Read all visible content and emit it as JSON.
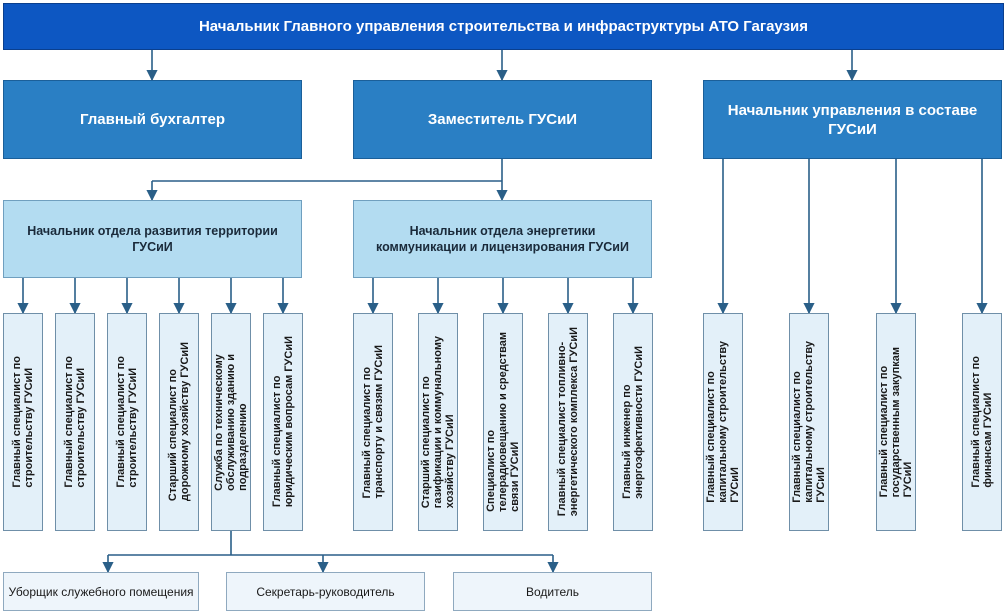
{
  "head": {
    "title": "Начальник Главного управления строительства и инфраструктуры АТО Гагаузия"
  },
  "level2": [
    {
      "id": "accountant",
      "label": "Главный бухгалтер"
    },
    {
      "id": "deputy",
      "label": "Заместитель ГУСиИ"
    },
    {
      "id": "dept-head",
      "label": "Начальник управления в составе ГУСиИ"
    }
  ],
  "departments": [
    {
      "id": "territory",
      "label": "Начальник отдела развития территории ГУСиИ"
    },
    {
      "id": "energy",
      "label": "Начальник отдела энергетики коммуникации и лицензирования ГУСиИ"
    }
  ],
  "staff": [
    {
      "label": "Главный специалист по\nстроительству ГУСиИ"
    },
    {
      "label": "Главный специалист по\nстроительству ГУСиИ"
    },
    {
      "label": "Главный специалист по\nстроительству ГУСиИ"
    },
    {
      "label": "Старший специалист по\nдорожному хозяйству ГУСиИ"
    },
    {
      "label": "Служба по техническому\nобслуживанию зданию и\nподразделению"
    },
    {
      "label": "Главный специалист по\nюридическим вопросам ГУСиИ"
    },
    {
      "label": "Главный специалист по\nтранспорту и связям ГУСиИ"
    },
    {
      "label": "Старший специалист по\nгазификации и коммунальному\nхозяйству ГУСиИ"
    },
    {
      "label": "Специалист по\nтелерадиовещанию и средствам\nсвязи ГУСиИ"
    },
    {
      "label": "Главный специалист топливно-\nэнергетического комплекса ГУСиИ"
    },
    {
      "label": "Главный инженер по\nэнергоэфективности ГУСиИ"
    },
    {
      "label": "Главный специалист по\nкапитальному строительству\nГУСиИ"
    },
    {
      "label": "Главный специалист по\nкапитальному строительству\nГУСиИ"
    },
    {
      "label": "Главный специалист по\nгосударственным закупкам\nГУСиИ"
    },
    {
      "label": "Главный специалист по\nфинансам ГУСиИ"
    }
  ],
  "support": [
    {
      "label": "Уборщик служебного помещения"
    },
    {
      "label": "Секретарь-руководитель"
    },
    {
      "label": "Водитель"
    }
  ],
  "colors": {
    "top": "#0d57c2",
    "level2": "#2a7fc4",
    "department": "#b3dcf1",
    "staff": "#e3f0f9",
    "connector": "#2a5f88"
  }
}
